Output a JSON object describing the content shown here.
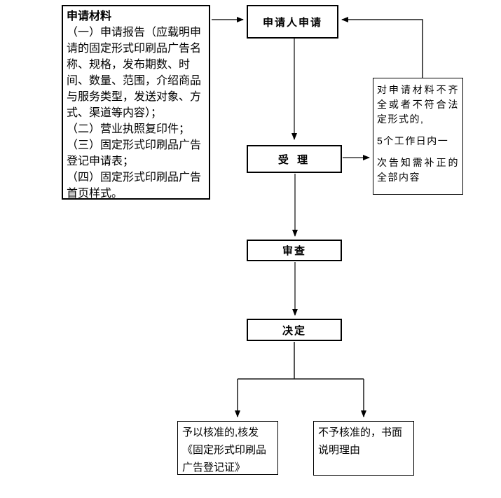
{
  "colors": {
    "background": "#ffffff",
    "box_border": "#000000",
    "text": "#000000",
    "connector_line": "#1a1a1a",
    "arrow_shaft_gray": "#595959"
  },
  "materials": {
    "title": "申请材料",
    "items": [
      "（一）申请报告（应载明申请的固定形式印刷品广告名称、规格，发布期数、时间、数量、范围，介绍商品与服务类型，发送对象、方式、渠道等内容）；",
      "（二）营业执照复印件；",
      "（三）固定形式印刷品广告登记申请表；",
      "（四）固定形式印刷品广告首页样式。"
    ]
  },
  "nodes": {
    "apply": "申请人申请",
    "accept": "受 理",
    "review": "审查",
    "decide": "决定"
  },
  "notice": {
    "paragraphs": [
      "对申请材料不齐全或者不符合法定形式的,",
      "5个工作日内一",
      "次告知需补正的全部内容"
    ]
  },
  "outcomes": {
    "approve": "予以核准的,核发《固定形式印刷品广告登记证》",
    "reject": "不予核准的，书面说明理由"
  }
}
